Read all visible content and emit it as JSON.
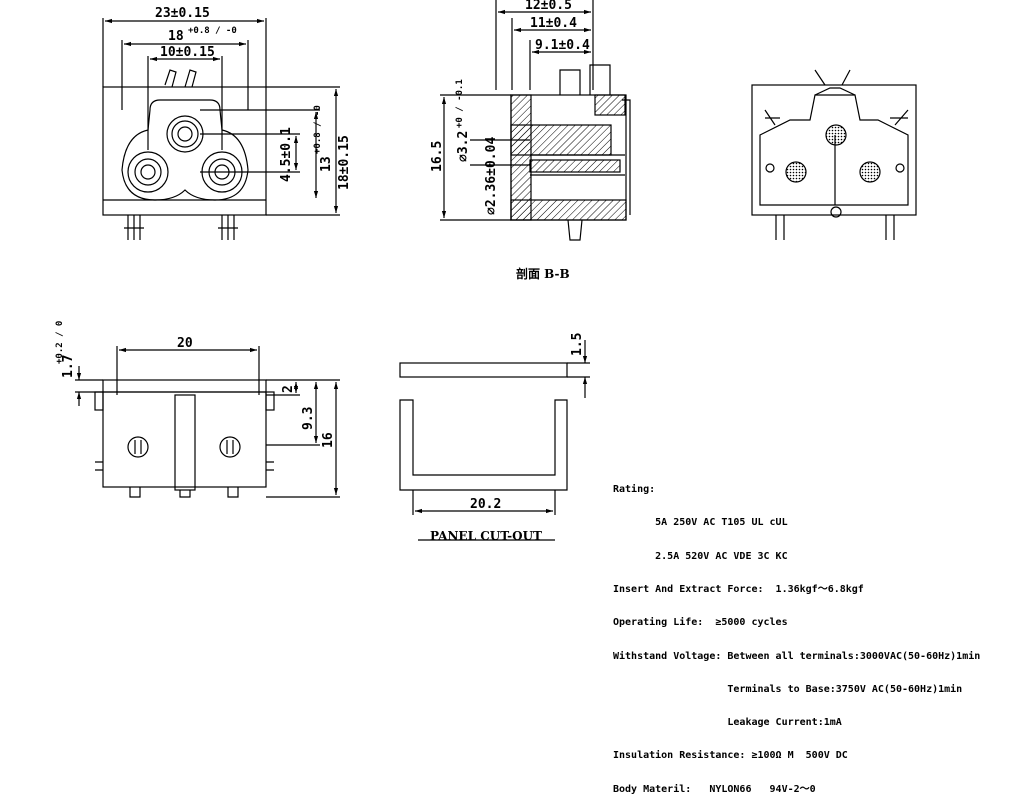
{
  "front_view": {
    "dims": {
      "overall_width": "23±0.15",
      "mid_width_base": "18",
      "mid_width_tol": "+0.8 / -0",
      "inner_width": "10±0.15",
      "height_outer": "18±0.15",
      "height_mid_base": "13",
      "height_mid_tol": "+0.8 / -0",
      "height_inner": "4.5±0.1"
    }
  },
  "side_view": {
    "dims": {
      "depth_a": "12±0.5",
      "depth_b": "11±0.4",
      "depth_c": "9.1±0.4",
      "height": "16.5",
      "dia_a_base": "∅3.2",
      "dia_a_tol": "+0 / -0.1",
      "dia_b": "∅2.36±0.04"
    }
  },
  "section_label": "剖面 B-B",
  "top_view": {
    "dims": {
      "width": "20",
      "top_offset_base": "1.7",
      "top_offset_tol": "+0.2 / 0",
      "step": "2",
      "inner_height": "9.3",
      "overall_height": "16"
    }
  },
  "panel_cutout": {
    "width": "20.2",
    "thickness": "1.5",
    "label": "PANEL CUT-OUT"
  },
  "specs": [
    "Rating:",
    "       5A 250V AC T105 UL cUL",
    "       2.5A 520V AC VDE 3C KC",
    "Insert And Extract Force:  1.36kgf～6.8kgf",
    "Operating Life:  ≥5000 cycles",
    "Withstand Voltage: Between all terminals:3000VAC(50-60Hz)1min",
    "                   Terminals to Base:3750V AC(50-60Hz)1min",
    "                   Leakage Current:1mA",
    "Insulation Resistance: ≥100Ω M  500V DC",
    "Body Materil:   NYLON66   94V-2～0"
  ]
}
